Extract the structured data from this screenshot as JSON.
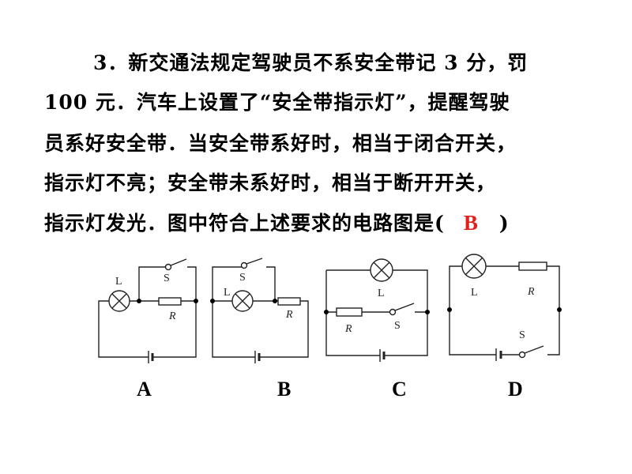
{
  "question": {
    "lines": [
      "3．新交通法规定驾驶员不系安全带记 3 分，罚",
      "100 元．汽车上设置了“安全带指示灯”，提醒驾驶",
      "员系好安全带．当安全带系好时，相当于闭合开关，",
      "指示灯不亮；安全带未系好时，相当于断开开关，",
      "指示灯发光．图中符合上述要求的电路图是("
    ],
    "answer": "B",
    "close_paren": ")",
    "answer_color": "#e0201c"
  },
  "circuits": [
    {
      "caption": "A",
      "lamp": "L",
      "switch": "S",
      "resistor": "R"
    },
    {
      "caption": "B",
      "lamp": "L",
      "switch": "S",
      "resistor": "R"
    },
    {
      "caption": "C",
      "lamp": "L",
      "switch": "S",
      "resistor": "R"
    },
    {
      "caption": "D",
      "lamp": "L",
      "switch": "S",
      "resistor": "R"
    }
  ]
}
